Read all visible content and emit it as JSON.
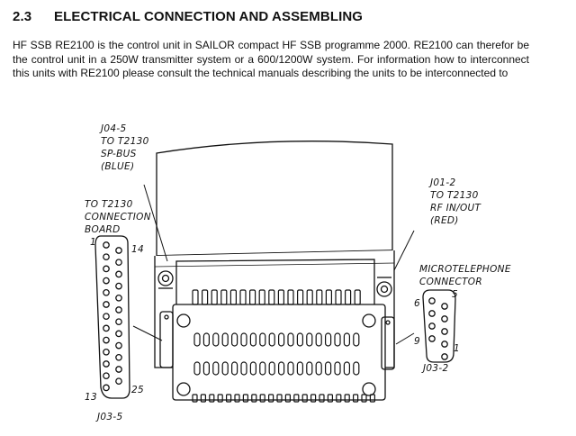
{
  "section": {
    "number": "2.3",
    "title": "ELECTRICAL CONNECTION AND ASSEMBLING"
  },
  "body_text": "HF SSB RE2100 is the control unit in SAILOR compact HF SSB programme 2000. RE2100 can therefor be the control unit in a 250W transmitter system or a 600/1200W system. For information how to interconnect this units with RE2100 please consult the technical manuals describing the units to be interconnected to",
  "figure": {
    "label_j04": [
      "J04-5",
      "TO T2130",
      "SP-BUS",
      "(BLUE)"
    ],
    "label_connection_board": [
      "TO T2130",
      "CONNECTION",
      "BOARD"
    ],
    "label_j01": [
      "J01-2",
      "TO T2130",
      "RF IN/OUT",
      "(RED)"
    ],
    "label_microtelephone": [
      "MICROTELEPHONE",
      "CONNECTOR"
    ],
    "pin_1": "1",
    "pin_14": "14",
    "pin_13": "13",
    "pin_25": "25",
    "label_j03_5": "J03-5",
    "pin_6": "6",
    "pin_5": "5",
    "pin_9": "9",
    "pin_1_small": "1",
    "label_j03_2": "J03-2"
  }
}
